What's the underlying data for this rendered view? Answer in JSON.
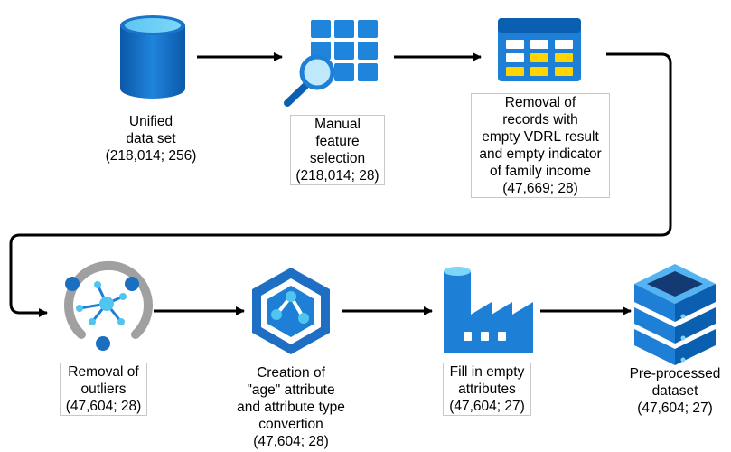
{
  "steps": [
    {
      "id": "unified",
      "lines": [
        "Unified",
        "data set",
        "(218,014; 256)"
      ],
      "icon": "database-icon"
    },
    {
      "id": "manual",
      "lines": [
        "Manual",
        "feature",
        "selection",
        "(218,014; 28)"
      ],
      "icon": "feature-selection-icon"
    },
    {
      "id": "removal-records",
      "lines": [
        "Removal of",
        "records with",
        "empty VDRL result",
        "and empty indicator",
        "of family income",
        "(47,669; 28)"
      ],
      "icon": "table-icon"
    },
    {
      "id": "removal-outliers",
      "lines": [
        "Removal of",
        "outliers",
        "(47,604; 28)"
      ],
      "icon": "network-icon"
    },
    {
      "id": "creation-age",
      "lines": [
        "Creation of",
        "\"age\" attribute",
        "and attribute type",
        "convertion",
        "(47,604; 28)"
      ],
      "icon": "data-pipeline-icon"
    },
    {
      "id": "fill-empty",
      "lines": [
        "Fill in empty",
        "attributes",
        "(47,604; 27)"
      ],
      "icon": "data-factory-icon"
    },
    {
      "id": "preprocessed",
      "lines": [
        "Pre-processed",
        "dataset",
        "(47,604; 27)"
      ],
      "icon": "server-stack-icon"
    }
  ],
  "colors": {
    "blue_dark": "#0a5fb0",
    "blue_main": "#1e7fd6",
    "blue_light": "#54b3f0",
    "cyan": "#50c5ef",
    "yellow": "#ffd400",
    "gray": "#a0a0a0",
    "navy": "#143a73",
    "arrow": "#000000"
  }
}
